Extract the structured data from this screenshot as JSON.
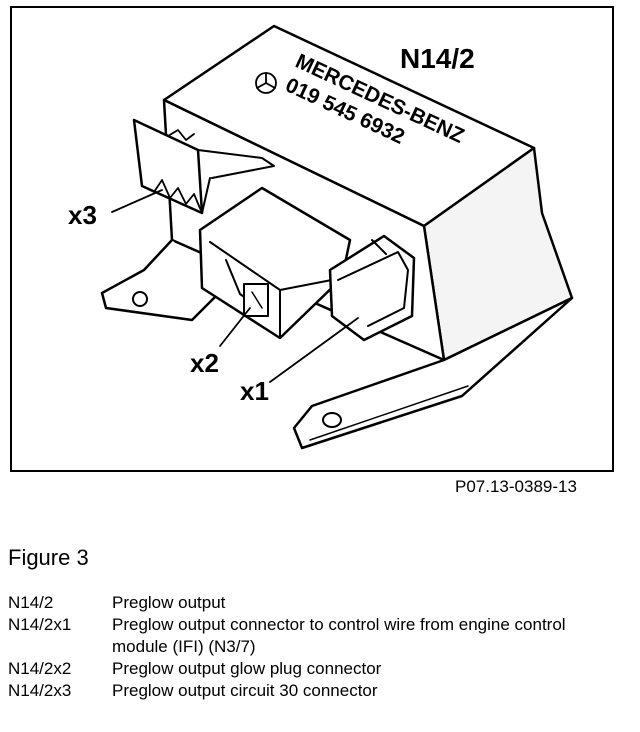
{
  "diagram": {
    "component_id": "N14/2",
    "housing_text_line1": "MERCEDES-BENZ",
    "housing_text_line2": "019 545 6932",
    "callouts": {
      "x1": "x1",
      "x2": "x2",
      "x3": "x3"
    },
    "reference_code": "P07.13-0389-13"
  },
  "figure": {
    "title": "Figure 3",
    "legend": [
      {
        "code": "N14/2",
        "description": "Preglow output"
      },
      {
        "code": "N14/2x1",
        "description": "Preglow output connector to control wire from engine control module (IFI) (N3/7)"
      },
      {
        "code": "N14/2x2",
        "description": "Preglow output glow plug connector"
      },
      {
        "code": "N14/2x3",
        "description": "Preglow output circuit 30 connector"
      }
    ]
  }
}
